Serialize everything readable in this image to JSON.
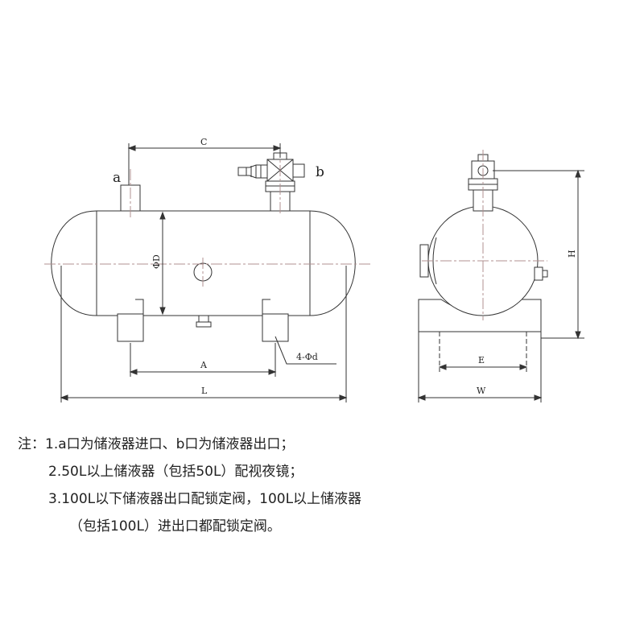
{
  "diagram": {
    "callouts": {
      "inlet": "a",
      "outlet": "b"
    },
    "dimensions": {
      "C": "C",
      "D": "ΦD",
      "A": "A",
      "L": "L",
      "bolt": "4-Φd",
      "H": "H",
      "E": "E",
      "W": "W"
    }
  },
  "notes": {
    "line1": "注：1.a口为储液器进口、b口为储液器出口；",
    "line2": "2.50L以上储液器（包括50L）配视夜镜；",
    "line3": "3.100L以下储液器出口配锁定阀，100L以上储液器",
    "line4": "（包括100L）进出口都配锁定阀。"
  },
  "colors": {
    "line": "#333333",
    "centerline": "#c9a0a0"
  }
}
